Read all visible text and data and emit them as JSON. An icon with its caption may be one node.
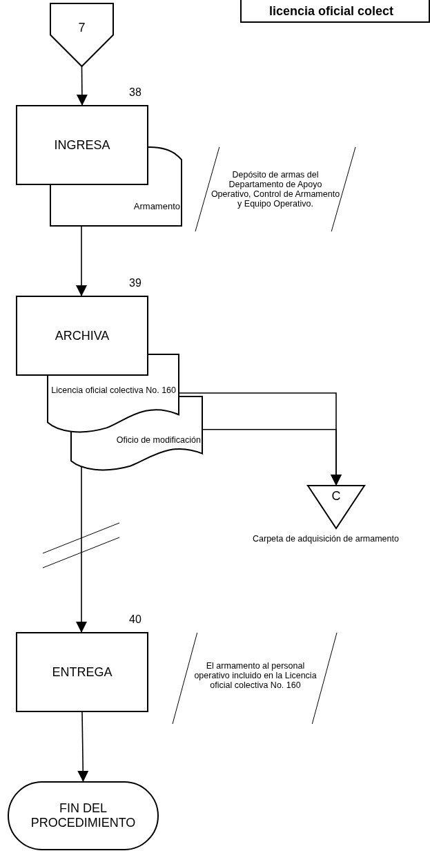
{
  "diagram": {
    "nodes": [
      {
        "text": [
          "7"
        ]
      },
      {
        "text": [
          "INGRESA"
        ],
        "beside": [
          "38"
        ]
      },
      {
        "text": [
          "Armamento"
        ]
      },
      {
        "text": [
          "Depósito de armas del Departamento de Apoyo Operativo, Control de Armamento y Equipo Operativo."
        ]
      },
      {
        "text": [
          "ARCHIVA"
        ],
        "beside": [
          "39"
        ]
      },
      {
        "text": [
          "Licencia oficial colectiva No. 160"
        ]
      },
      {
        "text": [
          "Oficio de modificación"
        ]
      },
      {
        "text": [
          "C"
        ],
        "beside": [
          "Carpeta de adquisición de armamento"
        ]
      },
      {
        "text": [
          "ENTREGA"
        ],
        "beside": [
          "40"
        ]
      },
      {
        "text": [
          "El armamento al personal operativo incluido en la Licencia oficial colectiva No. 160"
        ]
      },
      {
        "text": [
          "FIN DEL PROCEDIMIENTO"
        ]
      }
    ],
    "edges": [
      {
        "from": 0,
        "to": 1,
        "arrow": "to"
      },
      {
        "from": 2,
        "to": 4,
        "arrow": "to"
      },
      {
        "from": 5,
        "to": 7,
        "arrow": "to"
      },
      {
        "from": 6,
        "to": 7,
        "arrow": "to"
      },
      {
        "from": 6,
        "to": 8,
        "arrow": "to"
      },
      {
        "from": 8,
        "to": 10,
        "arrow": "to"
      }
    ],
    "labels": [
      "licencia oficial colect"
    ]
  }
}
